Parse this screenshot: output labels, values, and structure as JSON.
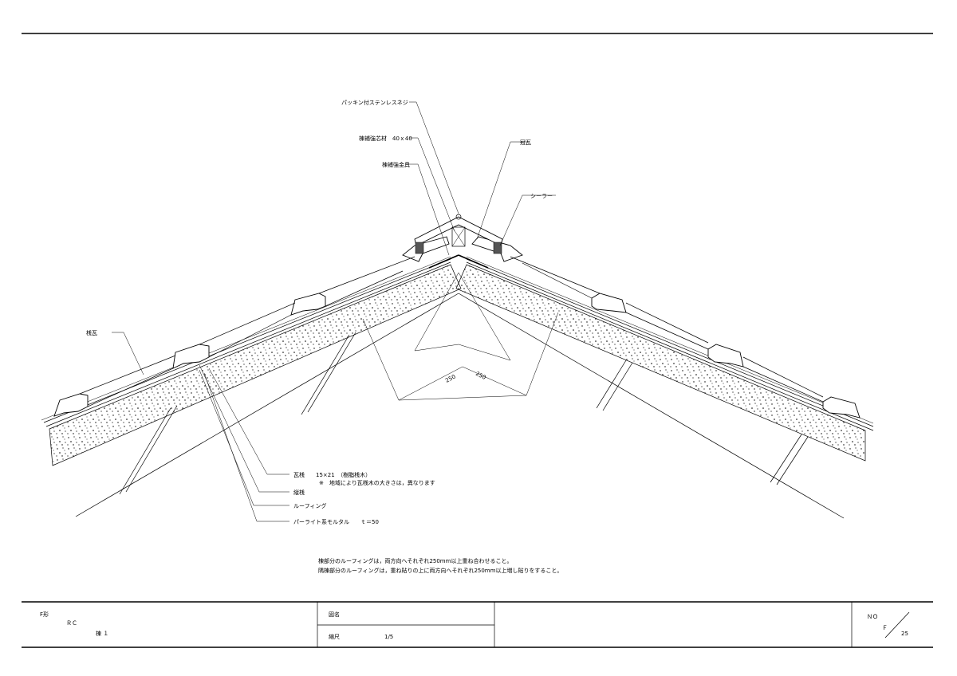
{
  "labels": {
    "screw": "パッキン付ステンレスネジ",
    "core": "棟補強芯材　40ｘ40",
    "bracket": "棟補強金具",
    "cap_tile": "冠瓦",
    "sealer": "シーラー",
    "roof_tile": "桟瓦",
    "batten": "瓦桟　　15×21　（樹脂桟木）",
    "batten_note": "※　地域により瓦桟木の大きさは，異なります",
    "counter_batten": "縦桟",
    "roofing": "ルーフィング",
    "mortar": "パーライト系モルタル　　ｔ＝50",
    "dim_left": "250",
    "dim_right": "250"
  },
  "notes": [
    "棟部分のルーフィングは，両方向へそれぞれ250mm以上重ね合わせること。",
    "隅棟部分のルーフィングは，重ね貼りの上に両方向へそれぞれ250mm以上増し貼りをすること。"
  ],
  "title_block": {
    "project_line1": "F形",
    "project_line2": "ＲＣ",
    "project_line3": "棟 １",
    "drawing_name_label": "図名",
    "scale_label": "縮尺",
    "scale_value": "1/5",
    "no_label": "ＮＯ",
    "no_prefix": "Ｆ",
    "no_value": "25"
  }
}
